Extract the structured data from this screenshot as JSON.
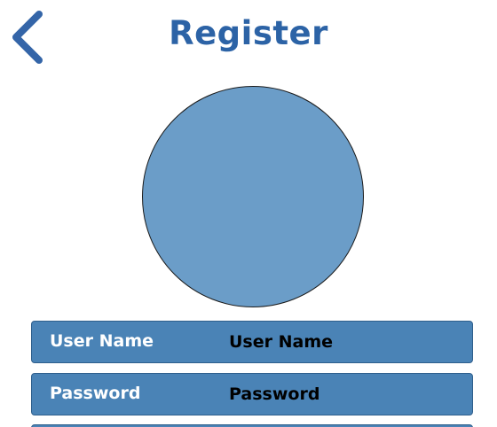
{
  "header": {
    "title": "Register",
    "back_icon": "chevron-left-icon"
  },
  "avatar": {
    "fill_color": "#6b9dc8"
  },
  "form": {
    "username": {
      "label": "User Name",
      "placeholder": "User Name"
    },
    "password": {
      "label": "Password",
      "placeholder": "Password"
    }
  },
  "colors": {
    "title": "#2c63a6",
    "row_background": "#4a83b6",
    "label_text": "#ffffff",
    "input_text": "#000000"
  }
}
